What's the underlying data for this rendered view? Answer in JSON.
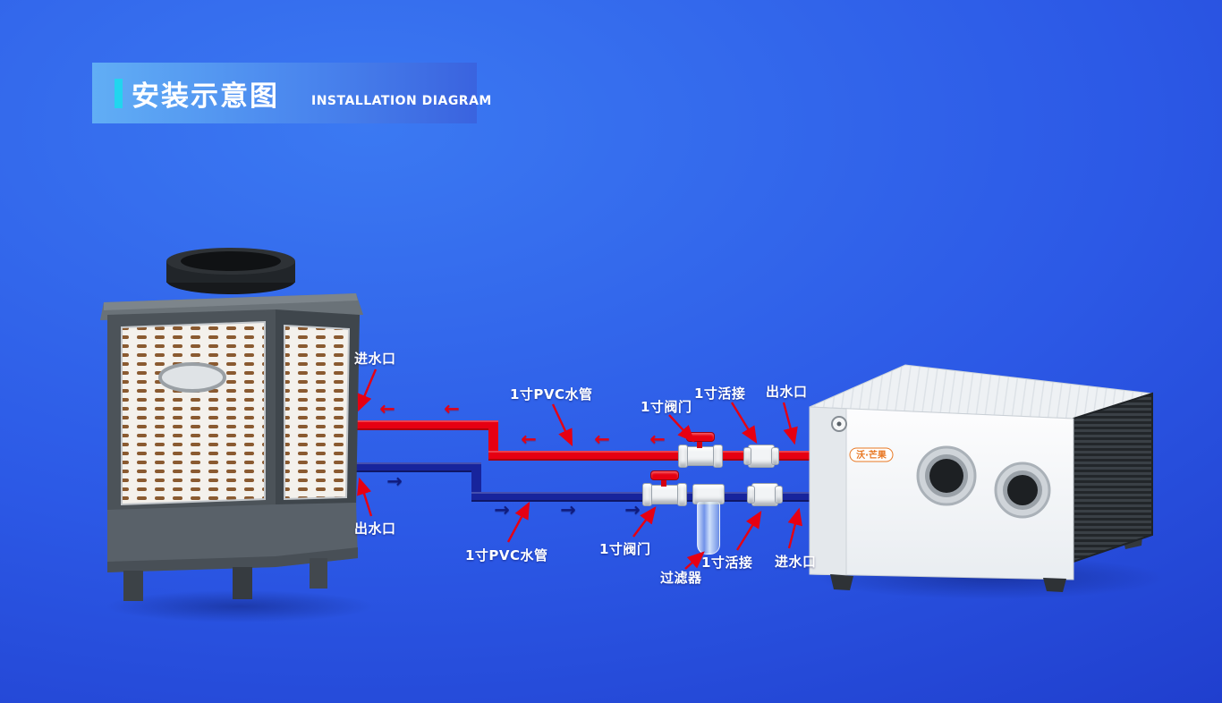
{
  "header": {
    "title": "安装示意图",
    "subtitle": "INSTALLATION DIAGRAM"
  },
  "right_unit": {
    "brand": "沃·芒果"
  },
  "callouts": {
    "inlet_top": "进水口",
    "pvc_top": "1寸PVC水管",
    "valve_top": "1寸阀门",
    "union_top": "1寸活接",
    "outlet_top": "出水口",
    "outlet_bottom": "出水口",
    "pvc_bottom": "1寸PVC水管",
    "valve_bottom": "1寸阀门",
    "filter": "过滤器",
    "union_bottom": "1寸活接",
    "inlet_bottom": "进水口"
  },
  "icons": {
    "arrow_left": "←",
    "arrow_right": "→"
  },
  "colors": {
    "hot_pipe": "#e60012",
    "cold_pipe": "#17249c",
    "leader": "#e60012",
    "accent_cyan": "#22d5ee",
    "background_light": "#3b79f2",
    "background_dark": "#1c36c6",
    "brand_orange": "#e87722"
  }
}
